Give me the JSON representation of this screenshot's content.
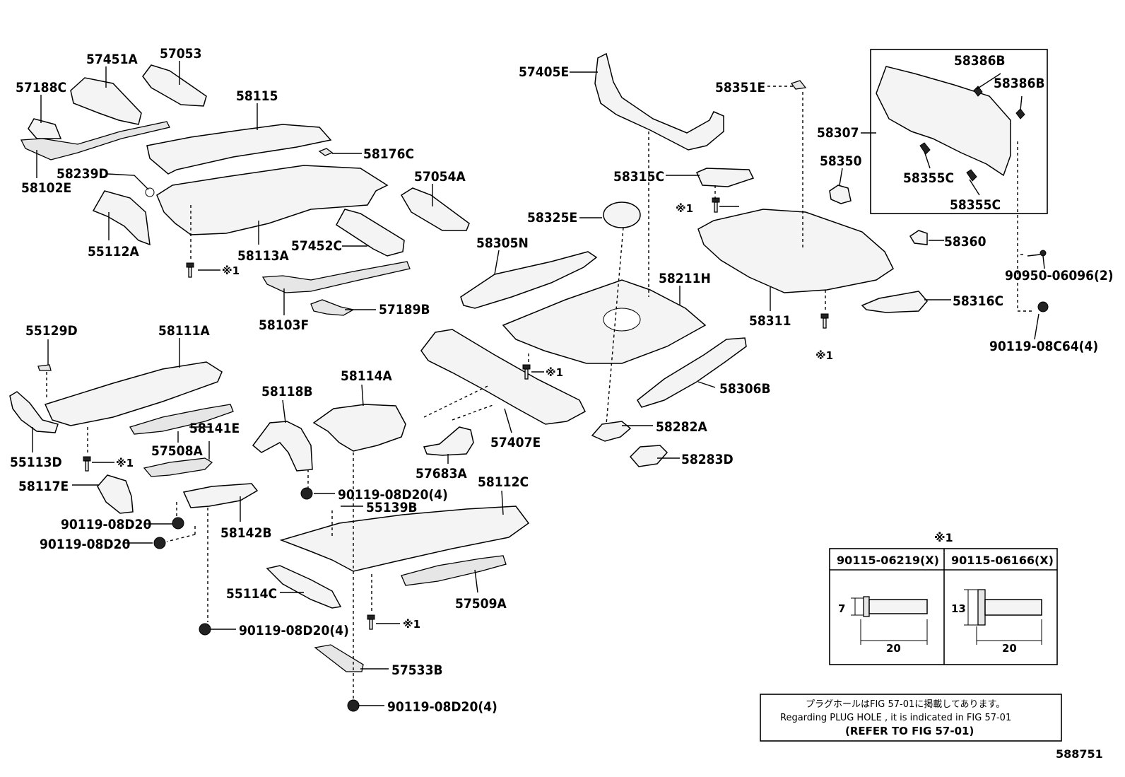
{
  "labels": {
    "p57451A": "57451A",
    "p57053": "57053",
    "p57188C": "57188C",
    "p58115": "58115",
    "p58102E": "58102E",
    "p58176C": "58176C",
    "p58239D": "58239D",
    "p57054A": "57054A",
    "p55112A": "55112A",
    "p58113A": "58113A",
    "p57452C": "57452C",
    "p58103F": "58103F",
    "p57189B": "57189B",
    "p57405E": "57405E",
    "p58351E": "58351E",
    "p58386B_1": "58386B",
    "p58386B_2": "58386B",
    "p58307": "58307",
    "p58350": "58350",
    "p58355C_1": "58355C",
    "p58355C_2": "58355C",
    "p58315C": "58315C",
    "p58325E": "58325E",
    "p58305N": "58305N",
    "p58360": "58360",
    "p90950": "90950-06096(2)",
    "p58211H": "58211H",
    "p58311": "58311",
    "p58316C": "58316C",
    "p90119_08C64": "90119-08C64(4)",
    "p55129D": "55129D",
    "p58111A": "58111A",
    "p58118B": "58118B",
    "p58114A": "58114A",
    "p58306B": "58306B",
    "p58141E": "58141E",
    "p55113D": "55113D",
    "p57508A": "57508A",
    "p57407E": "57407E",
    "p58282A": "58282A",
    "p58283D": "58283D",
    "p57683A": "57683A",
    "p58117E": "58117E",
    "p90119_d20_4a": "90119-08D20(4)",
    "p55139B": "55139B",
    "p58112C": "58112C",
    "p90119_d20_a": "90119-08D20",
    "p90119_d20_b": "90119-08D20",
    "p58142B": "58142B",
    "p55114C": "55114C",
    "p57509A": "57509A",
    "p90119_d20_4b": "90119-08D20(4)",
    "p57533B": "57533B",
    "p90119_d20_4c": "90119-08D20(4)"
  },
  "marker": "※1",
  "bolt_table": {
    "title": "※1",
    "col1_header": "90115-06219(X)",
    "col2_header": "90115-06166(X)",
    "col1_dim_height": "7",
    "col1_dim_length": "20",
    "col2_dim_height": "13",
    "col2_dim_length": "20"
  },
  "note": {
    "line1": "プラグホールはFIG 57-01に掲載してあります。",
    "line2": "Regarding PLUG HOLE , it is indicated in FIG 57-01",
    "line3": "(REFER TO FIG 57-01)"
  },
  "figure_id": "588751"
}
